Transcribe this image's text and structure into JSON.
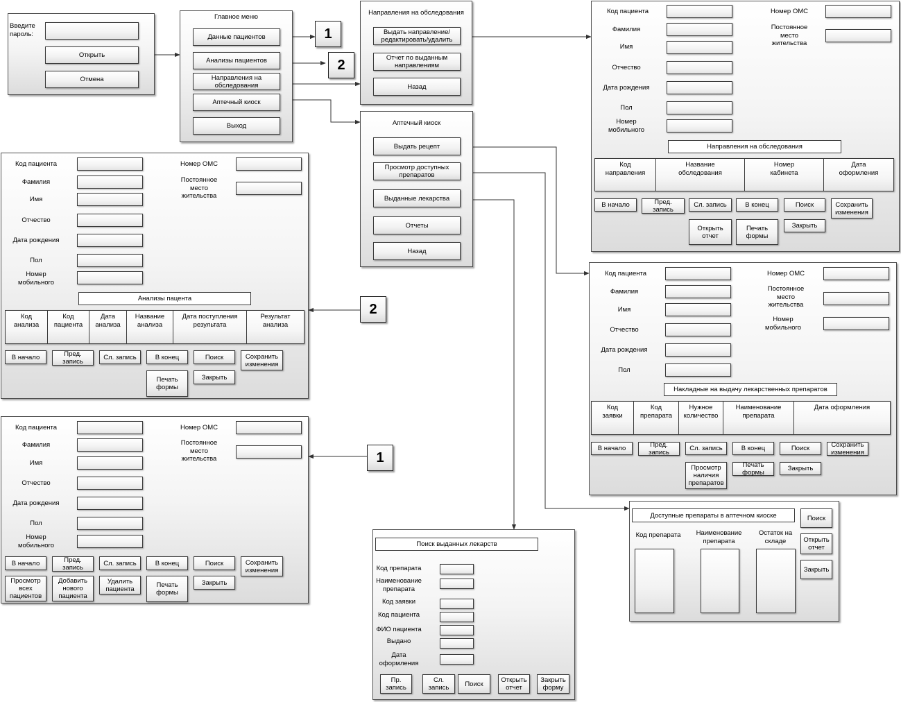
{
  "login": {
    "prompt": "Введите\nпароль:",
    "open": "Открыть",
    "cancel": "Отмена"
  },
  "main_menu": {
    "title": "Главное меню",
    "items": [
      "Данные пациентов",
      "Анализы пациентов",
      "Направления на\nобследования",
      "Аптечный киоск",
      "Выход"
    ]
  },
  "markers": {
    "one": "1",
    "two": "2"
  },
  "referrals": {
    "title": "Направления на обследования",
    "issue": "Выдать направление/\nредактировать/удалить",
    "report": "Отчет по выданным\nнаправлениям",
    "back": "Назад"
  },
  "pharmacy": {
    "title": "Аптечный киоск",
    "prescription": "Выдать рецепт",
    "available": "Просмотр доступных\nпрепаратов",
    "issued": "Выданные лекарства",
    "reports": "Отчеты",
    "back": "Назад"
  },
  "fields": {
    "patient_code": "Код пациента",
    "surname": "Фамилия",
    "name": "Имя",
    "patronymic": "Отчество",
    "birth_date": "Дата рождения",
    "sex": "Пол",
    "mobile": "Номер\nмобильного",
    "oms": "Номер ОМС",
    "residence": "Постоянное\nместо\nжительства"
  },
  "nav": {
    "first": "В начало",
    "prev": "Пред.\nзапись",
    "next": "Сл. запись",
    "last": "В конец",
    "search": "Поиск",
    "save": "Сохранить\nизменения",
    "close": "Закрыть",
    "print": "Печать\nформы"
  },
  "analyses_form": {
    "section": "Анализы пацента",
    "columns": [
      "Код\nанализа",
      "Код\nпациента",
      "Дата\nанализа",
      "Название\nанализа",
      "Дата поступления\nрезультата",
      "Результат\nанализа"
    ]
  },
  "patients_form": {
    "view_all": "Просмотр\nвсех\nпациентов",
    "add": "Добавить\nнового\nпациента",
    "delete": "Удалить\nпациента"
  },
  "referral_form": {
    "section": "Направления на обследования",
    "columns": [
      "Код\nнаправления",
      "Название\nобследования",
      "Номер\nкабинета",
      "Дата\nоформления"
    ],
    "open_report": "Открыть\nотчет"
  },
  "invoice_form": {
    "section": "Накладные на выдачу лекарственных препаратов",
    "columns": [
      "Код\nзаявки",
      "Код\nпрепарата",
      "Нужное\nколичество",
      "Наименование\nпрепарата",
      "Дата оформления"
    ],
    "check": "Просмотр\nналичия\nпрепаратов"
  },
  "available_form": {
    "title": "Доступные препараты в аптечном киоске",
    "search": "Поиск",
    "open_report": "Открыть\nотчет",
    "close": "Закрыть",
    "columns": [
      "Код препарата",
      "Наименование\nпрепарата",
      "Остаток на\nскладе"
    ]
  },
  "issued_form": {
    "title": "Поиск выданных лекарств",
    "fields": [
      "Код препарата",
      "Наименование\nпрепарата",
      "Код заявки",
      "Код пациента",
      "ФИО пациента",
      "Выдано",
      "Дата\nоформления"
    ],
    "buttons": [
      "Пр.\nзапись",
      "Сл.\nзапись",
      "Поиск",
      "Открыть\nотчет",
      "Закрыть\nформу"
    ]
  }
}
